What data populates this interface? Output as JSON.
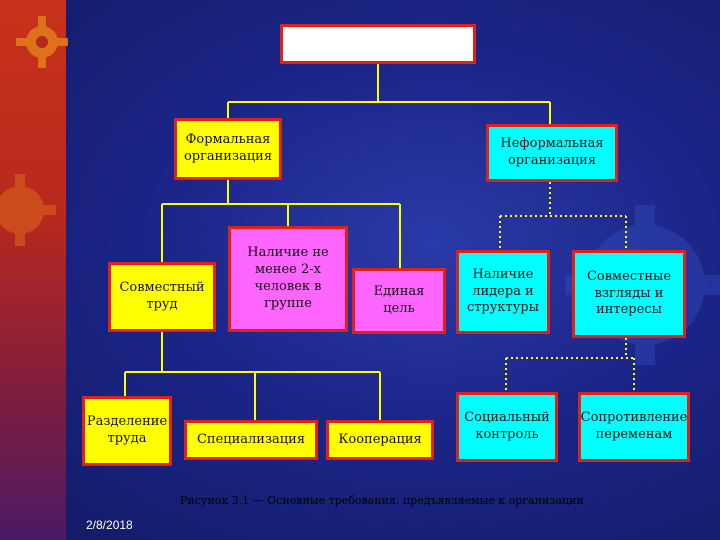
{
  "diagram": {
    "title_box": "",
    "formal": "Формальная организация",
    "informal": "Неформальная организация",
    "joint_labor": "Совместный труд",
    "two_people": "Наличие не менее 2-х человек в группе",
    "common_goal": "Единая цель",
    "leader": "Наличие лидера и структуры",
    "shared_views": "Совместные взгляды и интересы",
    "division": "Разделение труда",
    "specialization": "Специализация",
    "cooperation": "Кооперация",
    "social_control": "Социальный контроль",
    "resistance": "Сопротивление переменам"
  },
  "caption": "Рисунок 3.1 — Основные требования, предъявляемые к организации",
  "date": "2/8/2018",
  "colors": {
    "box_border": "#e0201a",
    "yellow": "#ffff00",
    "magenta": "#ff66ff",
    "cyan": "#00ffff",
    "connector": "#ffff00"
  }
}
